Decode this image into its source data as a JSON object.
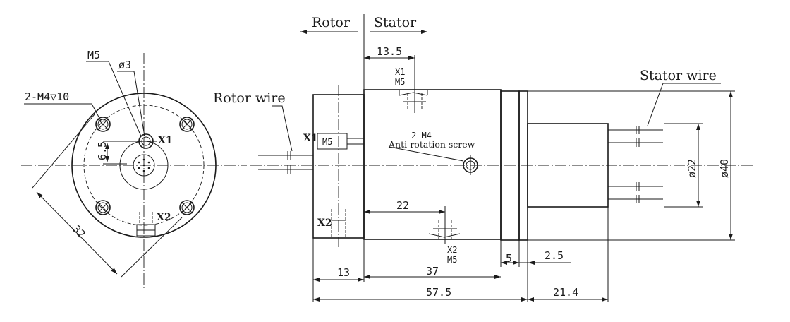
{
  "front_view": {
    "label_m5": "M5",
    "label_phi3": "ø3",
    "label_m4": "2-M4▽10",
    "label_x1": "X1",
    "label_x2": "X2",
    "dim_6_5": "6.5",
    "dim_32": "32"
  },
  "side_view": {
    "rotor": "Rotor",
    "stator": "Stator",
    "rotor_wire": "Rotor wire",
    "stator_wire": "Stator wire",
    "anti_rotation_code": "2-M4",
    "anti_rotation_text": "Anti-rotation screw",
    "x1_top_code": "X1",
    "x1_top_thread": "M5",
    "x2_bottom_code": "X2",
    "x2_bottom_thread": "M5",
    "x1_side": "X1",
    "x1_side_thread": "M5",
    "x2_side": "X2",
    "dim_13_5": "13.5",
    "dim_22": "22",
    "dim_13": "13",
    "dim_37": "37",
    "dim_5": "5",
    "dim_2_5": "2.5",
    "dim_57_5": "57.5",
    "dim_21_4": "21.4",
    "dim_phi22": "ø22",
    "dim_phi40": "ø40"
  }
}
